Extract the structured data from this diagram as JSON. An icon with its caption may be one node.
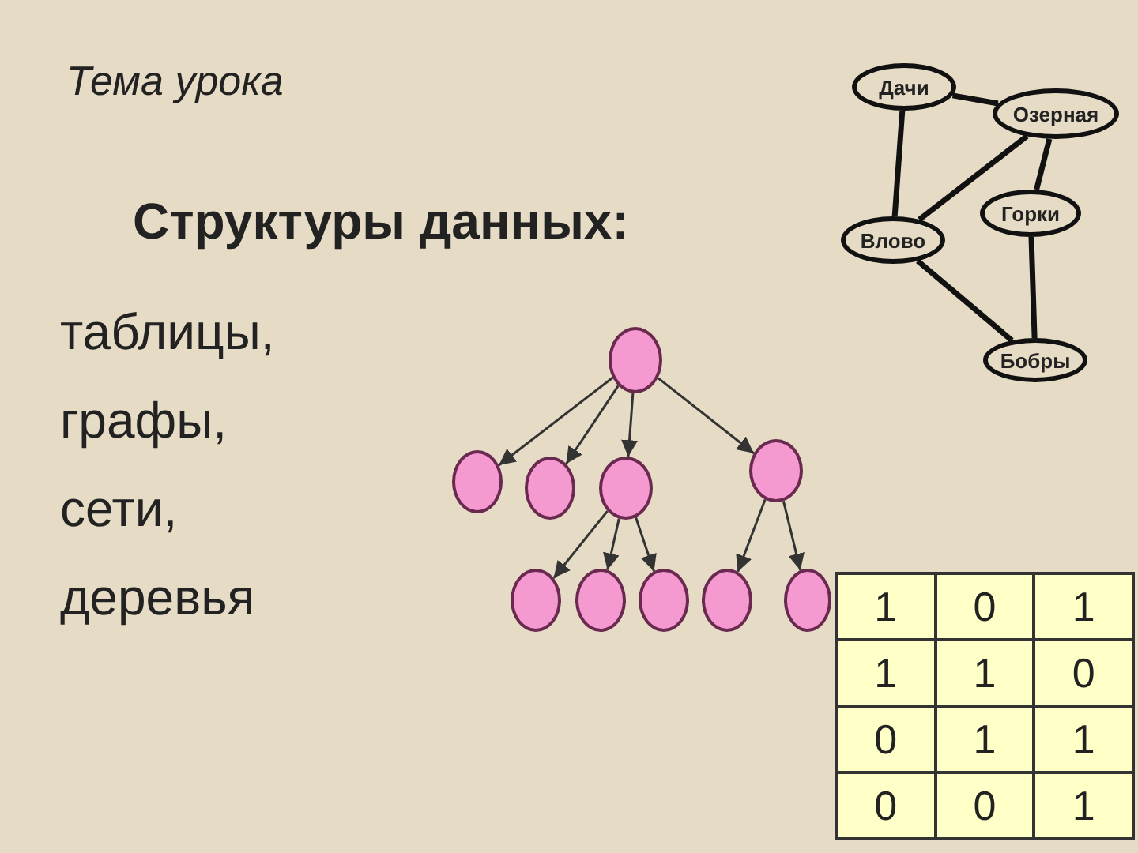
{
  "diagram": {
    "title": "Структуры данных:",
    "nodes": [
      {
        "text": [
          "Дачи"
        ]
      },
      {
        "text": [
          "Озерная"
        ]
      },
      {
        "text": [
          "Влово"
        ]
      },
      {
        "text": [
          "Горки"
        ]
      },
      {
        "text": [
          "Бобры"
        ]
      },
      {
        "text": [],
        "shape": "circle"
      },
      {
        "text": [],
        "shape": "circle"
      },
      {
        "text": [],
        "shape": "circle"
      },
      {
        "text": [],
        "shape": "circle"
      },
      {
        "text": [],
        "shape": "circle"
      },
      {
        "text": [],
        "shape": "circle"
      },
      {
        "text": [],
        "shape": "circle"
      },
      {
        "text": [],
        "shape": "circle"
      },
      {
        "text": [],
        "shape": "circle"
      },
      {
        "text": [],
        "shape": "circle"
      }
    ],
    "edges": [
      {
        "from": 0,
        "to": 1,
        "arrow": "none",
        "style": "thick"
      },
      {
        "from": 0,
        "to": 2,
        "arrow": "none",
        "style": "thick"
      },
      {
        "from": 1,
        "to": 2,
        "arrow": "none",
        "style": "thick"
      },
      {
        "from": 1,
        "to": 3,
        "arrow": "none",
        "style": "thick"
      },
      {
        "from": 2,
        "to": 4,
        "arrow": "none",
        "style": "thick"
      },
      {
        "from": 3,
        "to": 4,
        "arrow": "none",
        "style": "thick"
      },
      {
        "from": 5,
        "to": 6,
        "arrow": "to"
      },
      {
        "from": 5,
        "to": 7,
        "arrow": "to"
      },
      {
        "from": 5,
        "to": 8,
        "arrow": "to"
      },
      {
        "from": 5,
        "to": 9,
        "arrow": "to"
      },
      {
        "from": 8,
        "to": 10,
        "arrow": "to"
      },
      {
        "from": 8,
        "to": 11,
        "arrow": "to"
      },
      {
        "from": 8,
        "to": 12,
        "arrow": "to"
      },
      {
        "from": 9,
        "to": 13,
        "arrow": "to"
      },
      {
        "from": 9,
        "to": 14,
        "arrow": "to"
      }
    ],
    "labels": [
      "Тема урока",
      "таблицы,",
      "графы,",
      "сети,",
      "деревья",
      "1",
      "0",
      "1",
      "1",
      "1",
      "0",
      "0",
      "1",
      "1",
      "0",
      "0",
      "1"
    ]
  }
}
